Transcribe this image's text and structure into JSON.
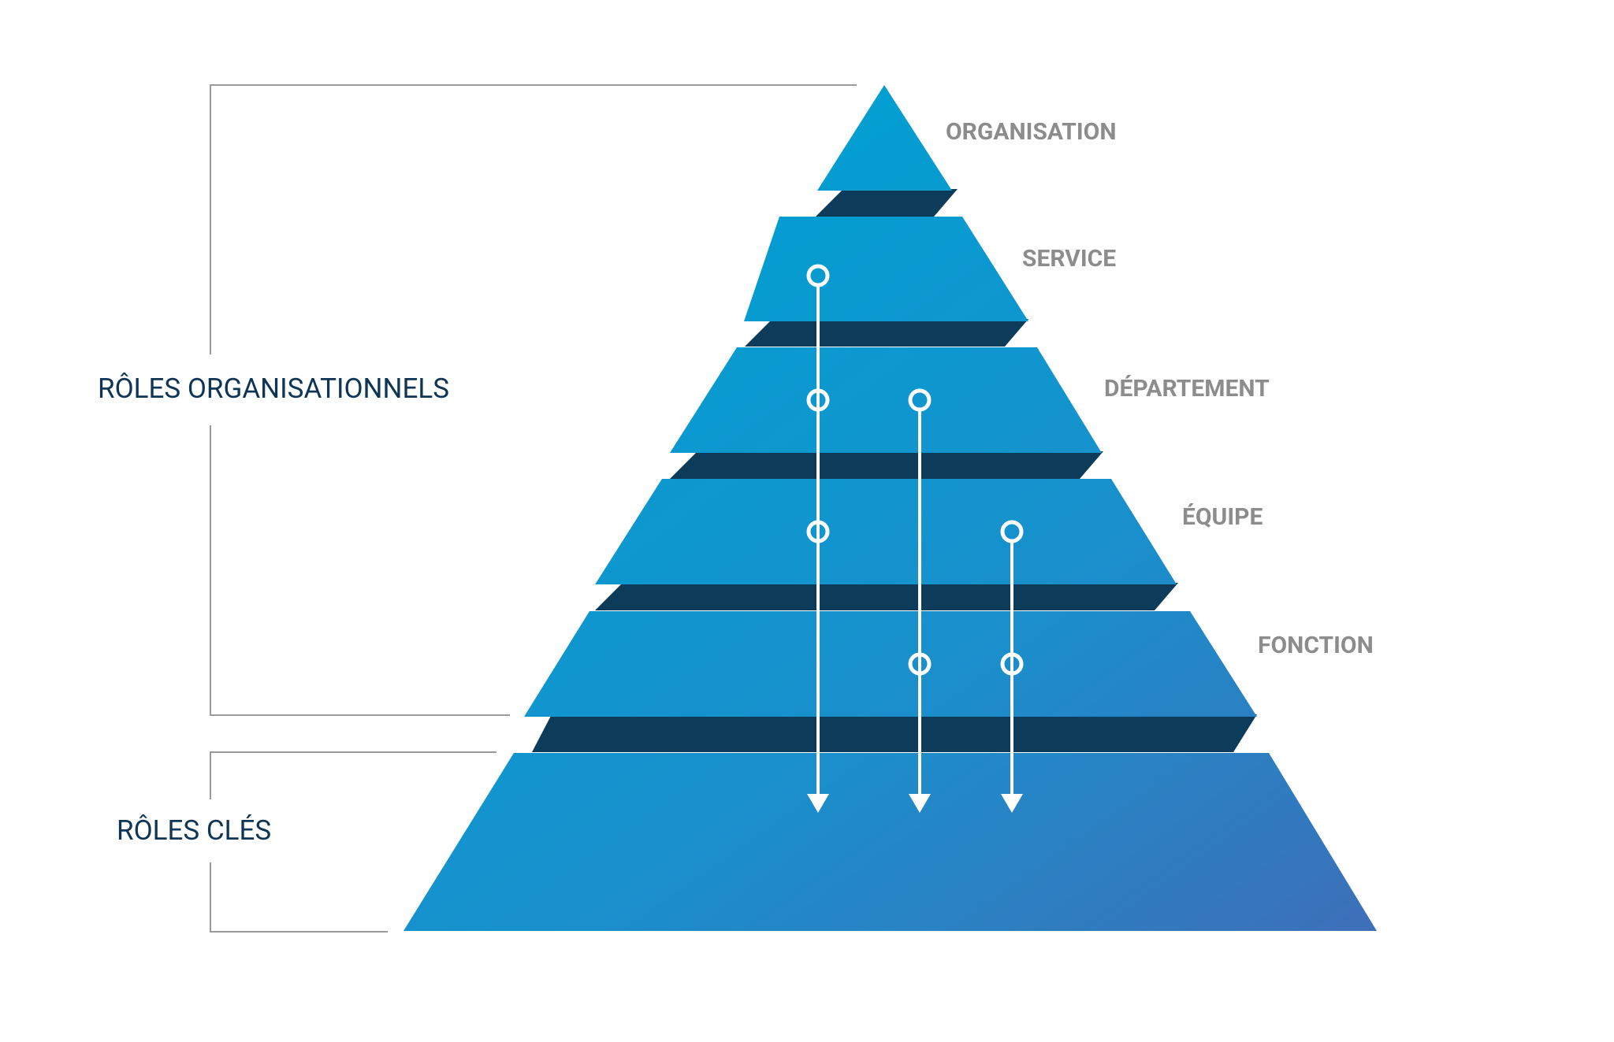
{
  "levels": [
    {
      "label": "ORGANISATION"
    },
    {
      "label": "SERVICE"
    },
    {
      "label": "DÉPARTEMENT"
    },
    {
      "label": "ÉQUIPE"
    },
    {
      "label": "FONCTION"
    },
    {
      "label": ""
    }
  ],
  "groups": {
    "organizational": {
      "label": "RÔLES ORGANISATIONNELS"
    },
    "key": {
      "label": "RÔLES CLÉS"
    }
  },
  "colors": {
    "tier_top": "#00a0d2",
    "tier_bottom": "#3a70b9",
    "gap_band": "#0d3b5a",
    "level_label": "#8c8c8c",
    "group_label": "#0f3556",
    "bracket": "#9a9a9a"
  },
  "flows": [
    {
      "name": "flow-1",
      "starts_at_level": "SERVICE",
      "passes_levels": [
        "SERVICE",
        "DÉPARTEMENT",
        "ÉQUIPE"
      ]
    },
    {
      "name": "flow-2",
      "starts_at_level": "DÉPARTEMENT",
      "passes_levels": [
        "DÉPARTEMENT",
        "FONCTION"
      ]
    },
    {
      "name": "flow-3",
      "starts_at_level": "ÉQUIPE",
      "passes_levels": [
        "ÉQUIPE",
        "FONCTION"
      ]
    }
  ]
}
